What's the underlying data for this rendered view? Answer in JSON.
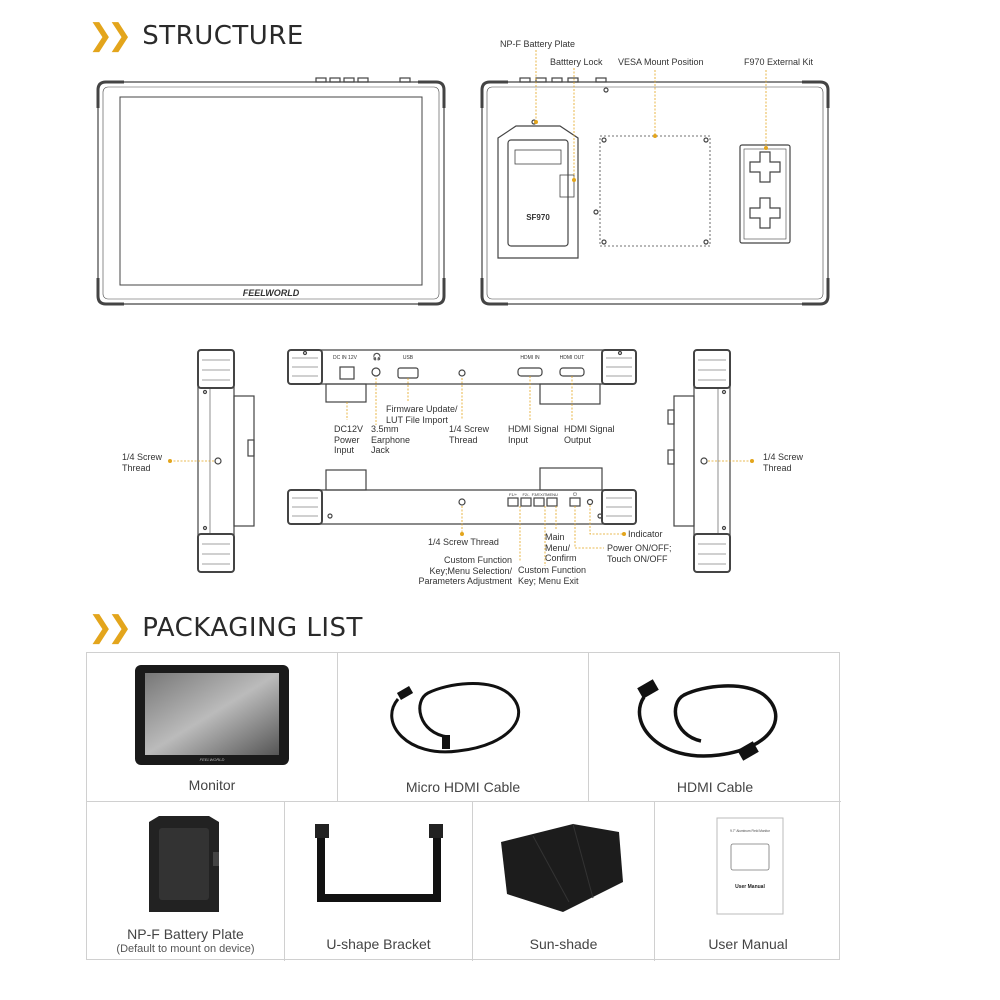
{
  "structure": {
    "title": "STRUCTURE",
    "brand": "FEELWORLD",
    "rear_model": "SF970",
    "ports": {
      "dc": "DC IN 12V",
      "usb": "USB",
      "hdmi_in": "HDMI IN",
      "hdmi_out": "HDMI OUT"
    },
    "buttons": [
      "F1/+",
      "F2/-",
      "F3/EXIT",
      "MENU",
      "⏻"
    ],
    "callouts": {
      "npf_plate": "NP-F Battery Plate",
      "battery_lock": "Batttery Lock",
      "vesa": "VESA Mount Position",
      "f970_kit": "F970 External Kit",
      "dc12v": [
        "DC12V",
        "Power",
        "Input"
      ],
      "firmware": [
        "Firmware Update/",
        "LUT File Import"
      ],
      "earphone": [
        "3.5mm",
        "Earphone",
        "Jack"
      ],
      "screw_top": [
        "1/4 Screw",
        "Thread"
      ],
      "hdmi_in": [
        "HDMI Signal",
        "Input"
      ],
      "hdmi_out": [
        "HDMI Signal",
        "Output"
      ],
      "screw_left": [
        "1/4 Screw",
        "Thread"
      ],
      "screw_right": [
        "1/4 Screw",
        "Thread"
      ],
      "screw_bottom": "1/4 Screw Thread",
      "custom_fn": [
        "Custom Function",
        "Key;Menu Selection/",
        "Parameters Adjustment"
      ],
      "main_menu": [
        "Main",
        "Menu/",
        "Confirm"
      ],
      "custom_fn2": [
        "Custom Function",
        "Key; Menu Exit"
      ],
      "indicator": "Indicator",
      "power": [
        "Power ON/OFF;",
        "Touch ON/OFF"
      ]
    }
  },
  "packaging": {
    "title": "PACKAGING LIST",
    "items": [
      {
        "label": "Monitor"
      },
      {
        "label": "Micro HDMI Cable"
      },
      {
        "label": "HDMI Cable"
      },
      {
        "label": "NP-F Battery Plate",
        "sub": "(Default to mount on device)"
      },
      {
        "label": "U-shape Bracket"
      },
      {
        "label": "Sun-shade"
      },
      {
        "label": "User Manual"
      }
    ],
    "manual_cover_title": "9.7\" Aluminum Field Monitor",
    "manual_cover_label": "User Manual"
  },
  "colors": {
    "accent": "#e3a51c",
    "line": "#444444",
    "callout_dot": "#e3a51c"
  }
}
